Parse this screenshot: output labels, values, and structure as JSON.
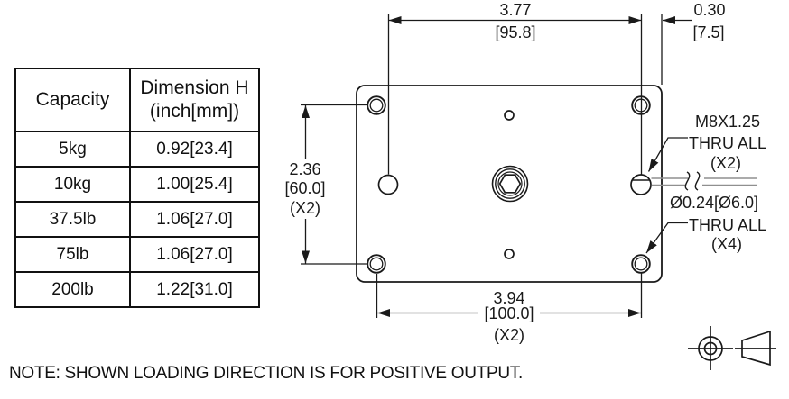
{
  "table": {
    "headers": {
      "capacity": "Capacity",
      "dimension": "Dimension H",
      "dimension_unit": "(inch[mm])"
    },
    "rows": [
      {
        "capacity": "5kg",
        "dimension_h": "0.92[23.4]"
      },
      {
        "capacity": "10kg",
        "dimension_h": "1.00[25.4]"
      },
      {
        "capacity": "37.5lb",
        "dimension_h": "1.06[27.0]"
      },
      {
        "capacity": "75lb",
        "dimension_h": "1.06[27.0]"
      },
      {
        "capacity": "200lb",
        "dimension_h": "1.22[31.0]"
      }
    ]
  },
  "drawing": {
    "dim_top": {
      "inch": "3.77",
      "mm": "[95.8]"
    },
    "dim_offset": {
      "inch": "0.30",
      "mm": "[7.5]"
    },
    "dim_left": {
      "inch": "2.36",
      "mm": "[60.0]",
      "count": "(X2)"
    },
    "dim_bottom": {
      "inch": "3.94",
      "mm": "[100.0]",
      "count": "(X2)"
    },
    "thread_callout": {
      "spec": "M8X1.25",
      "thru": "THRU ALL",
      "count": "(X2)"
    },
    "hole_callout": {
      "dia": "Ø0.24[Ø6.0]",
      "thru": "THRU ALL",
      "count": "(X4)"
    }
  },
  "note": {
    "text": "NOTE: SHOWN LOADING DIRECTION IS FOR POSITIVE OUTPUT."
  },
  "colors": {
    "line": "#1a1a1a",
    "shaft": "#8f8f8f",
    "background": "#ffffff"
  }
}
